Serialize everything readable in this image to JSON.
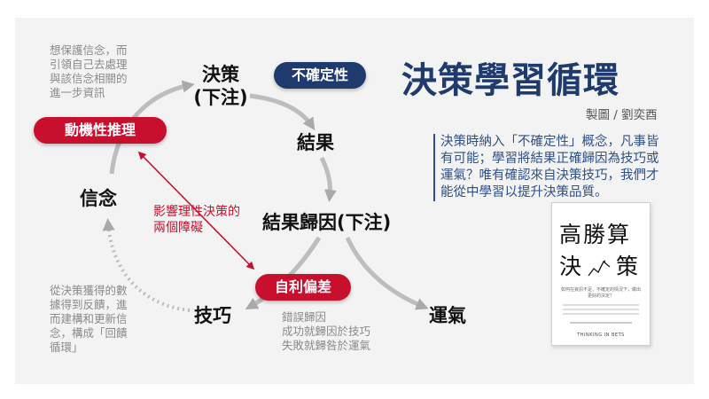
{
  "title": "決策學習循環",
  "credit": "製圖 / 劉奕酉",
  "description": "決策時納入「不確定性」概念，凡事皆有可能；學習將結果正確歸因為技巧或運氣？唯有確認來自決策技巧，我們才能從中學習以提升決策品質。",
  "nodes": {
    "decision": "決策",
    "decision_bet": "(下注)",
    "result": "結果",
    "attribution": "結果歸因(下注)",
    "skill": "技巧",
    "luck": "運氣",
    "belief": "信念"
  },
  "pills": {
    "uncertainty": "不確定性",
    "motivated": "動機性推理",
    "self_serving": "自利偏差"
  },
  "notes": {
    "top_left": "想保護信念，而引領自己去處理與該信念相關的進一步資訊",
    "bottom_left": "從決策獲得的數據得到反饋，進而建構和更新信念，構成「回饋循環」",
    "bottom_center": "錯誤歸因\n成功就歸因於技巧\n失敗就歸咎於運氣"
  },
  "obstacle_note": "影響理性決策的\n兩個障礙",
  "book": {
    "title_line1": "高勝算",
    "title_line2_a": "決",
    "title_line2_b": "策",
    "subtitle": "如何在資訊不足、不確定的情況下，做出更好的決定？",
    "english_title": "THINKING IN BETS"
  },
  "colors": {
    "navy": "#1f3b6d",
    "red": "#c8102e",
    "desc_blue": "#2d4f8a",
    "arrow_grey": "#a9a9a9"
  }
}
